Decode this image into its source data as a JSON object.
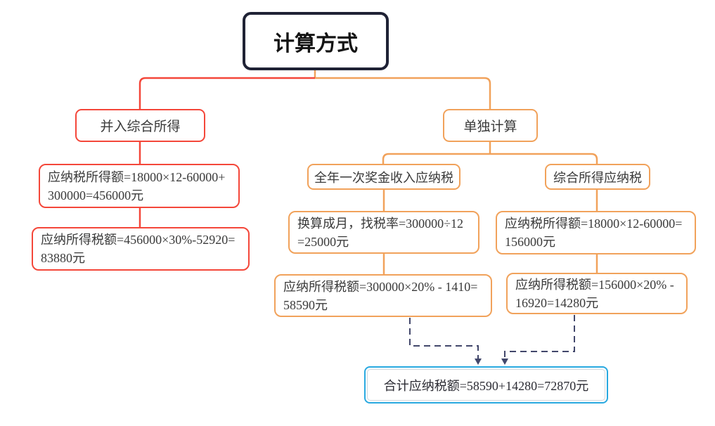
{
  "root": {
    "label": "计算方式"
  },
  "branches": {
    "merge": {
      "title": "并入综合所得",
      "steps": [
        "应纳税所得额=18000×12-60000+300000=456000元",
        "应纳所得税额=456000×30%-52920=83880元"
      ]
    },
    "separate": {
      "title": "单独计算",
      "bonus": {
        "title": "全年一次奖金收入应纳税",
        "steps": [
          "换算成月，找税率=300000÷12=25000元",
          "应纳所得税额=300000×20% - 1410=58590元"
        ]
      },
      "comprehensive": {
        "title": "综合所得应纳税",
        "steps": [
          "应纳税所得额=18000×12-60000=156000元",
          "应纳所得税额=156000×20% - 16920=14280元"
        ]
      }
    }
  },
  "total": {
    "label": "合计应纳税额=58590+14280=72870元"
  },
  "colors": {
    "root_border": "#1f2235",
    "merge_branch": "#f4473a",
    "separate_branch": "#f1a25b",
    "total_border": "#29a9e0",
    "dashed_connector": "#42476b",
    "text": "#3a3a3a"
  }
}
